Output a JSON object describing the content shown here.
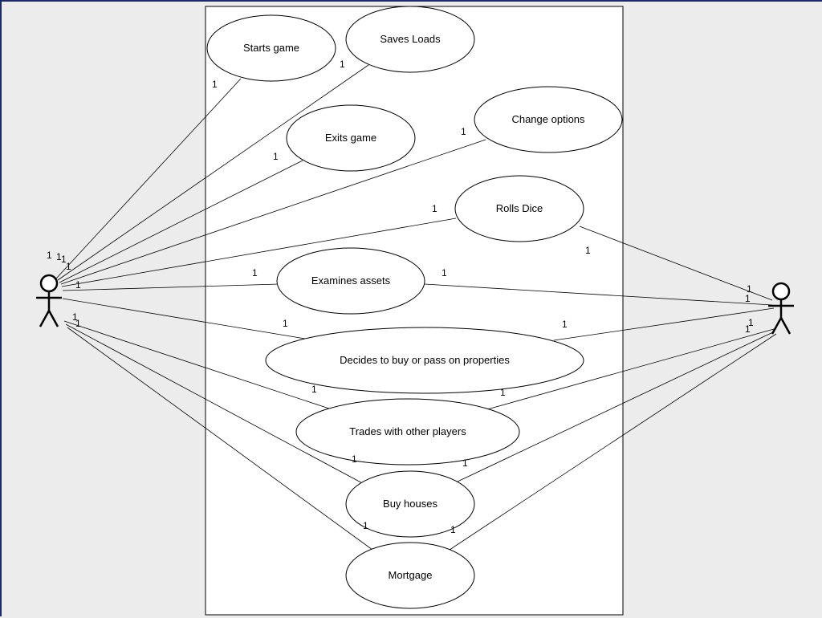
{
  "diagram": {
    "actors": {
      "primary": {
        "label": ""
      },
      "casual": {
        "label": ""
      }
    },
    "use_cases": [
      {
        "key": "starts_game",
        "label": "Starts game"
      },
      {
        "key": "saves_loads",
        "label": "Saves Loads"
      },
      {
        "key": "exits_game",
        "label": "Exits game"
      },
      {
        "key": "change_options",
        "label": "Change options"
      },
      {
        "key": "rolls_dice",
        "label": "Rolls Dice"
      },
      {
        "key": "examines_assets",
        "label": "Examines assets"
      },
      {
        "key": "decides_buy",
        "label": "Decides to buy or pass on properties"
      },
      {
        "key": "trades",
        "label": "Trades with other players"
      },
      {
        "key": "buy_houses",
        "label": "Buy houses"
      },
      {
        "key": "mortgage",
        "label": "Mortgage"
      }
    ],
    "multiplicity": "1"
  }
}
